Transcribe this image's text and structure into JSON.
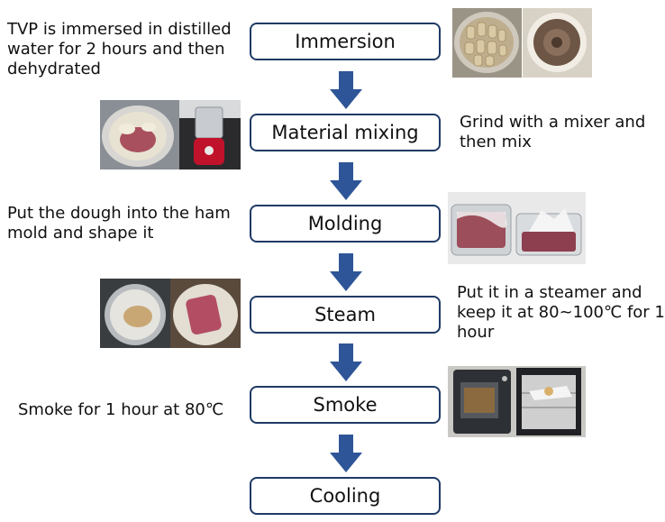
{
  "steps": [
    {
      "label": "Immersion"
    },
    {
      "label": "Material mixing"
    },
    {
      "label": "Molding"
    },
    {
      "label": "Steam"
    },
    {
      "label": "Smoke"
    },
    {
      "label": "Cooling"
    }
  ],
  "notes": {
    "immersion": "TVP is immersed in distilled\nwater for 2 hours and then\ndehydrated",
    "mixing": "Grind with a mixer and\nthen mix",
    "molding": "Put the dough into the ham\nmold and shape it",
    "steam": "Put it in a steamer and\nkeep it at 80~100℃ for 1\nhour",
    "smoke": "Smoke for 1 hour at 80℃"
  },
  "colors": {
    "arrow": "#2e5597",
    "box_border": "#1f3a66"
  }
}
